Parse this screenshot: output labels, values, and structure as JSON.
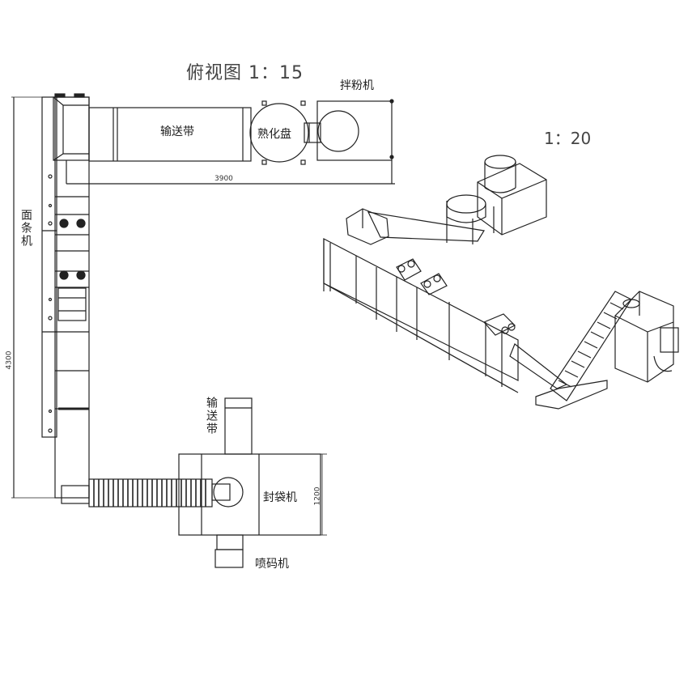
{
  "drawing": {
    "title": "俯视图 1：15",
    "iso_scale": "1：20"
  },
  "labels": {
    "mixer": "拌粉机",
    "curing_disc": "熟化盘",
    "conveyor_top": "输送带",
    "noodle_machine": "面条机",
    "conveyor_vertical": "输送带",
    "bag_sealer": "封袋机",
    "inkjet_printer": "喷码机"
  },
  "dimensions": {
    "width_top": "3900",
    "height_left": "4300",
    "sealer_depth": "1200"
  },
  "colors": {
    "line": "#222222",
    "background": "#ffffff"
  }
}
